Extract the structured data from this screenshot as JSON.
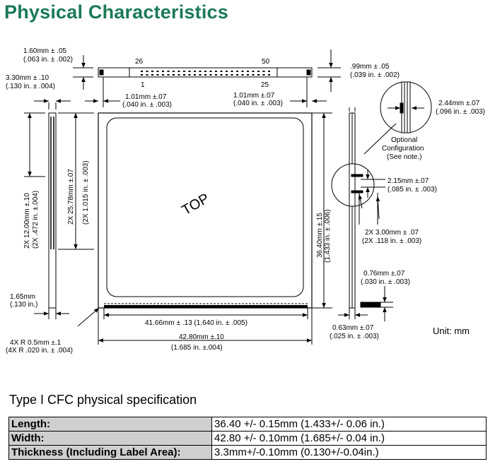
{
  "title": "Physical Characteristics",
  "unit": "Unit: mm",
  "drawing": {
    "top_label": "TOP",
    "pin_26": "26",
    "pin_50": "50",
    "pin_1": "1",
    "pin_25": "25",
    "dim_160_mm": "1.60mm ± .05",
    "dim_160_in": "(.063 in. ± .002)",
    "dim_330_mm": "3.30mm ± .10",
    "dim_330_in": "(.130 in. ± .004)",
    "dim_101l_mm": "1.01mm ±.07",
    "dim_101l_in": "(.040 in. ± .003)",
    "dim_101r_mm": "1.01mm ±.07",
    "dim_101r_in": "(.040 in. ± .003)",
    "dim_099_mm": ".99mm ± .05",
    "dim_099_in": "(.039 in. ± .002)",
    "dim_244_mm": "2.44mm ±.07",
    "dim_244_in": "(.096 in. ± .003)",
    "optional_1": "Optional",
    "optional_2": "Configuration",
    "optional_3": "(See note.)",
    "dim_215_mm": "2.15mm ±.07",
    "dim_215_in": "(.085 in. ± .003)",
    "dim_300_mm": "2X 3.00mm ± .07",
    "dim_300_in": "(2X .118 in. ± .003)",
    "dim_076_mm": "0.76mm ±.07",
    "dim_076_in": "(.030 in. ± .003)",
    "dim_063_mm": "0.63mm ±.07",
    "dim_063_in": "(.025 in. ± .003)",
    "dim_1200_mm": "2X 12.00mm ±.10",
    "dim_1200_in": "(2X .472 in. ±.004)",
    "dim_2578_mm": "2X 25.78mm ±.07",
    "dim_2578_in": "(2X 1.015 in. ± .003)",
    "dim_3640_mm": "36.40mm ±.15",
    "dim_3640_in": "(1.433 in. ± .006)",
    "dim_165_mm": "1.65mm",
    "dim_165_in": "(.130 in.)",
    "dim_radius_mm": "4X R 0.5mm ±.1",
    "dim_radius_in": "(4X R .020 in. ± .004)",
    "dim_4166": "41.66mm ± .13 (1.640 in. ± .005)",
    "dim_4280_mm": "42.80mm ±.10",
    "dim_4280_in": "(1.685 in. ±.004)"
  },
  "spec": {
    "title": "Type I CFC physical specification",
    "rows": [
      {
        "label": "Length:",
        "value": "36.40 +/- 0.15mm (1.433+/- 0.06 in.)"
      },
      {
        "label": "Width:",
        "value": "42.80 +/- 0.10mm (1.685+/- 0.04 in.)"
      },
      {
        "label": "Thickness (Including Label Area):",
        "value": "3.3mm+/-0.10mm (0.130+/-0.04in.)"
      }
    ]
  }
}
